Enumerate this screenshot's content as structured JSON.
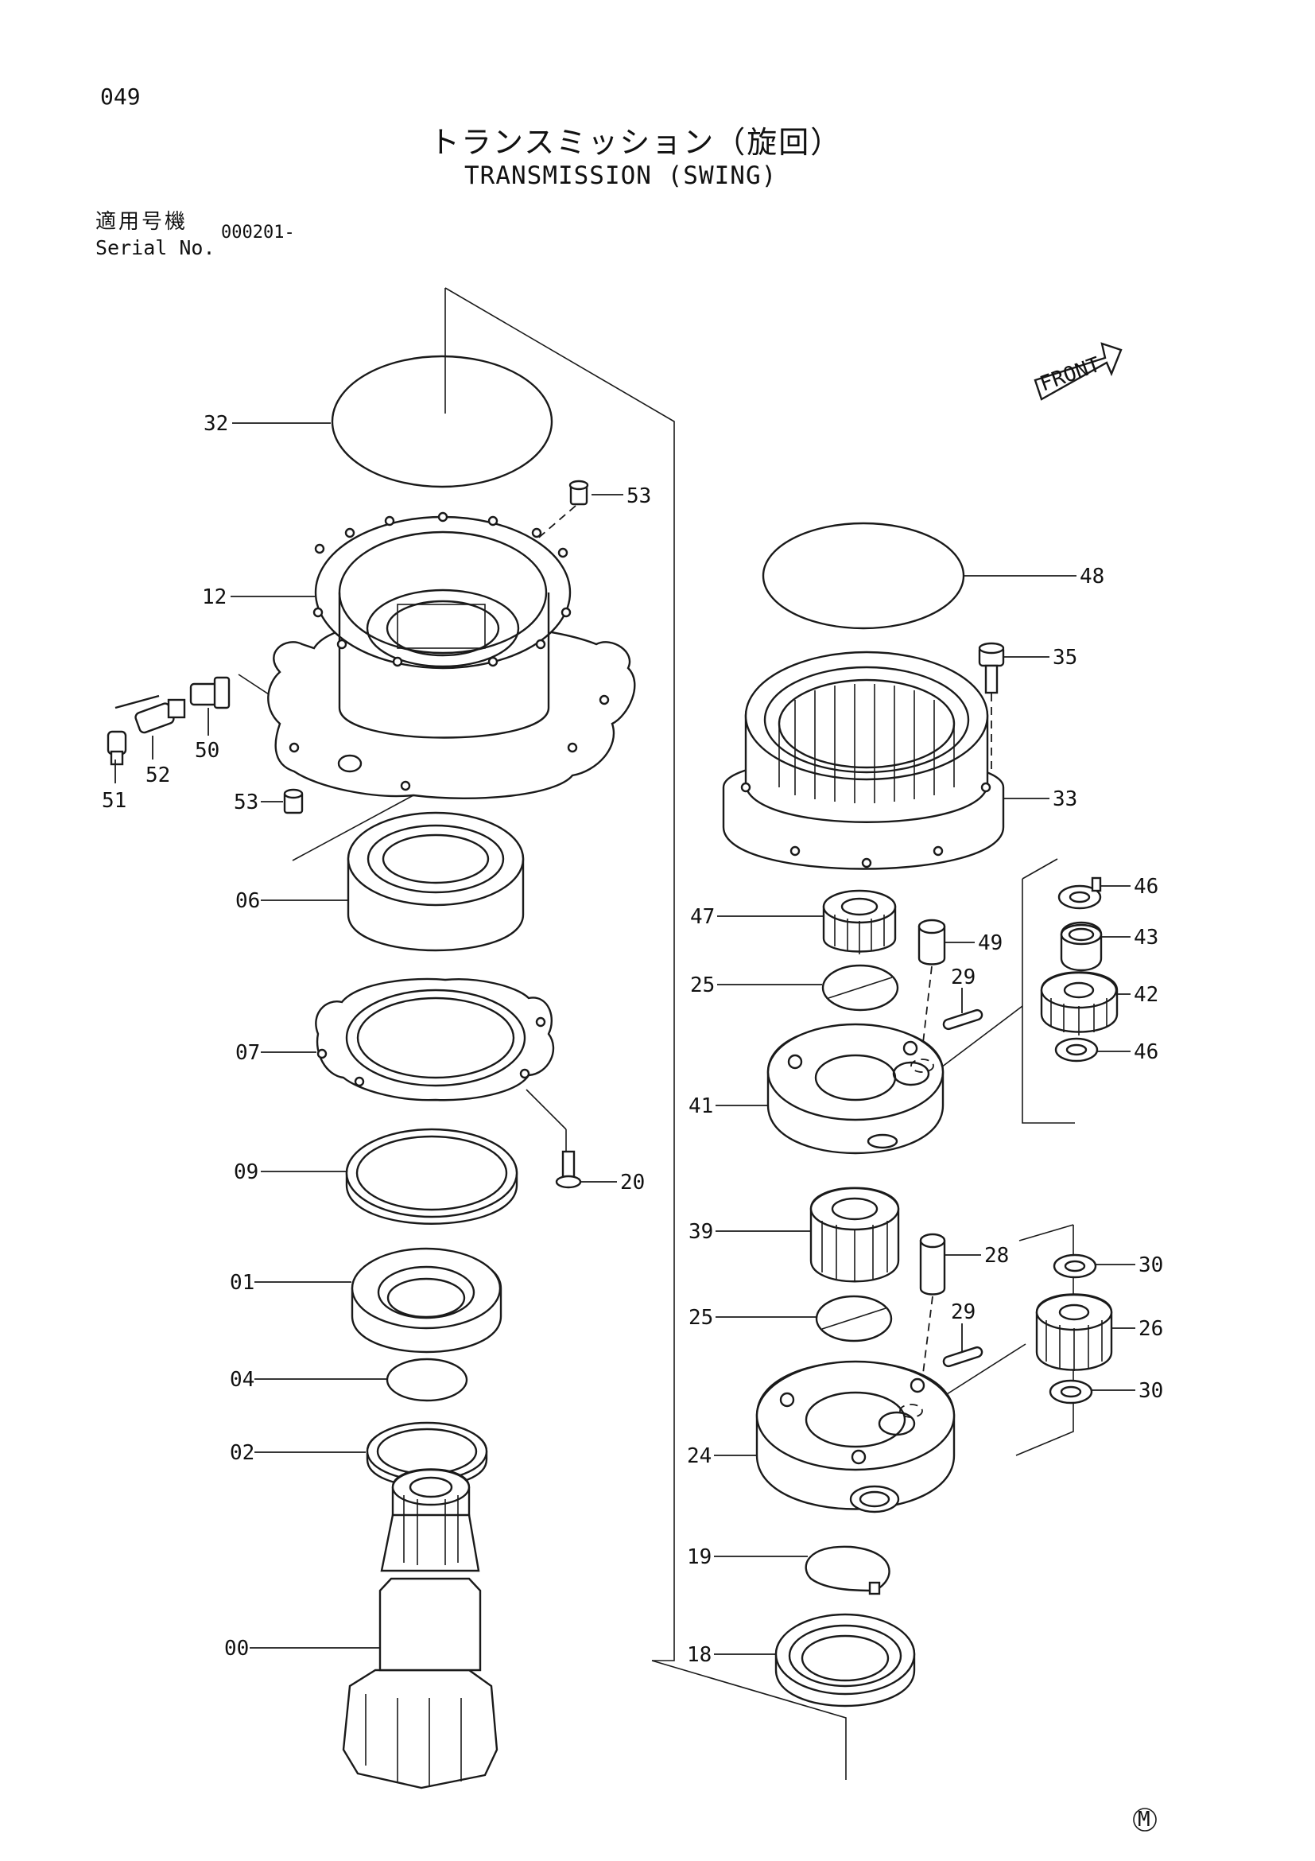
{
  "page_number": "049",
  "title_jp": "トランスミッション（旋回）",
  "title_en": "TRANSMISSION (SWING)",
  "serial": {
    "label_jp": "適用号機",
    "label_en": "Serial No.",
    "value": "000201-"
  },
  "front_label": "FRONT",
  "corner_mark": "M",
  "parts": [
    {
      "id": "p32",
      "label": "32",
      "name": "o-ring"
    },
    {
      "id": "p53a",
      "label": "53",
      "name": "plug"
    },
    {
      "id": "p12",
      "label": "12",
      "name": "housing"
    },
    {
      "id": "p52",
      "label": "52",
      "name": "valve"
    },
    {
      "id": "p50",
      "label": "50",
      "name": "nipple"
    },
    {
      "id": "p51",
      "label": "51",
      "name": "plug"
    },
    {
      "id": "p53b",
      "label": "53",
      "name": "plug"
    },
    {
      "id": "p06",
      "label": "06",
      "name": "bearing"
    },
    {
      "id": "p07",
      "label": "07",
      "name": "cover"
    },
    {
      "id": "p20",
      "label": "20",
      "name": "bolt"
    },
    {
      "id": "p09",
      "label": "09",
      "name": "seal"
    },
    {
      "id": "p01",
      "label": "01",
      "name": "bearing"
    },
    {
      "id": "p04",
      "label": "04",
      "name": "o-ring"
    },
    {
      "id": "p02",
      "label": "02",
      "name": "ring"
    },
    {
      "id": "p00",
      "label": "00",
      "name": "shaft"
    },
    {
      "id": "p48",
      "label": "48",
      "name": "o-ring"
    },
    {
      "id": "p35",
      "label": "35",
      "name": "bolt"
    },
    {
      "id": "p33",
      "label": "33",
      "name": "ring-gear"
    },
    {
      "id": "p46a",
      "label": "46",
      "name": "thrust-washer"
    },
    {
      "id": "p43",
      "label": "43",
      "name": "needle-bearing"
    },
    {
      "id": "p42",
      "label": "42",
      "name": "planet-gear"
    },
    {
      "id": "p46b",
      "label": "46",
      "name": "thrust-washer"
    },
    {
      "id": "p47",
      "label": "47",
      "name": "sun-gear"
    },
    {
      "id": "p49",
      "label": "49",
      "name": "pin"
    },
    {
      "id": "p25a",
      "label": "25",
      "name": "plate"
    },
    {
      "id": "p29a",
      "label": "29",
      "name": "spring-pin"
    },
    {
      "id": "p41",
      "label": "41",
      "name": "carrier"
    },
    {
      "id": "p39",
      "label": "39",
      "name": "sun-gear"
    },
    {
      "id": "p28",
      "label": "28",
      "name": "pin"
    },
    {
      "id": "p30a",
      "label": "30",
      "name": "thrust-washer"
    },
    {
      "id": "p25b",
      "label": "25",
      "name": "plate"
    },
    {
      "id": "p29b",
      "label": "29",
      "name": "spring-pin"
    },
    {
      "id": "p26",
      "label": "26",
      "name": "planet-gear"
    },
    {
      "id": "p30b",
      "label": "30",
      "name": "thrust-washer"
    },
    {
      "id": "p24",
      "label": "24",
      "name": "carrier"
    },
    {
      "id": "p19",
      "label": "19",
      "name": "snap-ring"
    },
    {
      "id": "p18",
      "label": "18",
      "name": "bearing"
    }
  ]
}
